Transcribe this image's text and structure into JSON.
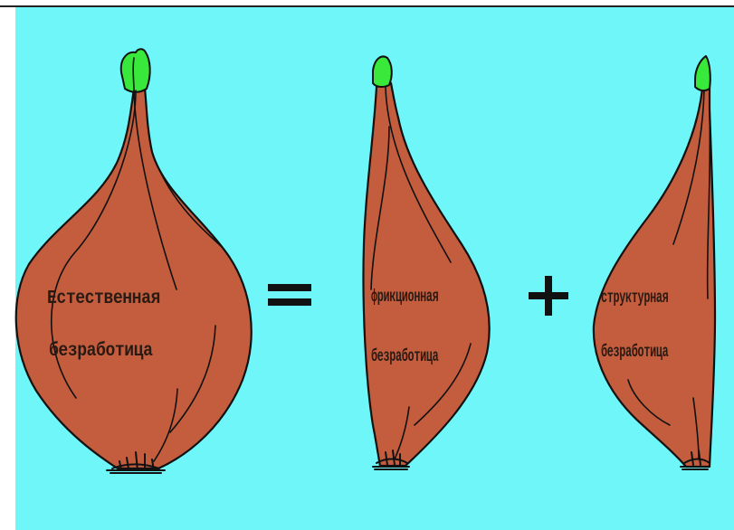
{
  "equation": {
    "left_line1": "Естественная",
    "left_line2": "безработица",
    "equals_sign": "=",
    "term1_line1": "фрикционная",
    "term1_line2": "безработица",
    "plus_sign": "+",
    "term2_line1": "структурная",
    "term2_line2": "безработица"
  },
  "colors": {
    "background": "#6ff6f9",
    "bulb": "#c45d3d",
    "sprout": "#38e83a",
    "outline": "#111111"
  }
}
